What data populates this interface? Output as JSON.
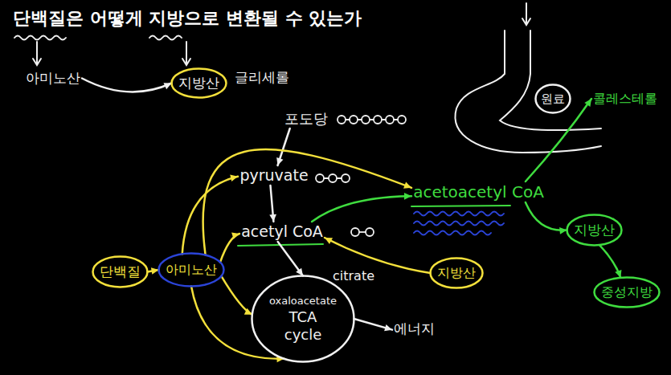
{
  "diagram": {
    "title": "단백질은 어떻게 지방으로 변환될 수 있는가",
    "nodes": [
      {
        "text": [
          "아미노산"
        ]
      },
      {
        "text": [
          "지방산"
        ]
      },
      {
        "text": [
          "포도당"
        ]
      },
      {
        "text": [
          "pyruvate"
        ]
      },
      {
        "text": [
          "acetyl CoA"
        ]
      },
      {
        "text": [
          "acetoacetyl CoA"
        ]
      },
      {
        "text": [
          "원료"
        ]
      },
      {
        "text": [
          "콜레스테롤"
        ]
      },
      {
        "text": [
          "단백질"
        ]
      },
      {
        "text": [
          "아미노산"
        ]
      },
      {
        "text": [
          "지방산"
        ]
      },
      {
        "text": [
          "지방산"
        ]
      },
      {
        "text": [
          "oxaloacetate",
          "TCA cycle"
        ]
      },
      {
        "text": [
          "에너지"
        ]
      },
      {
        "text": [
          "중성지방"
        ]
      }
    ],
    "edges": [
      {
        "from": 0,
        "to": 1,
        "arrow": "to"
      },
      {
        "from": 2,
        "to": 3,
        "arrow": "to"
      },
      {
        "from": 3,
        "to": 4,
        "arrow": "to"
      },
      {
        "from": 4,
        "to": 12,
        "arrow": "to"
      },
      {
        "from": 12,
        "to": 13,
        "arrow": "to"
      },
      {
        "from": 8,
        "to": 9,
        "arrow": "to"
      },
      {
        "from": 9,
        "to": 5,
        "arrow": "to"
      },
      {
        "from": 9,
        "to": 3,
        "arrow": "to"
      },
      {
        "from": 9,
        "to": 4,
        "arrow": "to"
      },
      {
        "from": 9,
        "to": 12,
        "arrow": "to"
      },
      {
        "from": 9,
        "to": 12,
        "arrow": "to"
      },
      {
        "from": 10,
        "to": 4,
        "arrow": "to"
      },
      {
        "from": 4,
        "to": 5,
        "arrow": "to"
      },
      {
        "from": 5,
        "to": 7,
        "arrow": "to"
      },
      {
        "from": 5,
        "to": 11,
        "arrow": "to"
      },
      {
        "from": 11,
        "to": 14,
        "arrow": "to"
      }
    ],
    "labels": [
      "글리세롤",
      "citrate"
    ]
  }
}
